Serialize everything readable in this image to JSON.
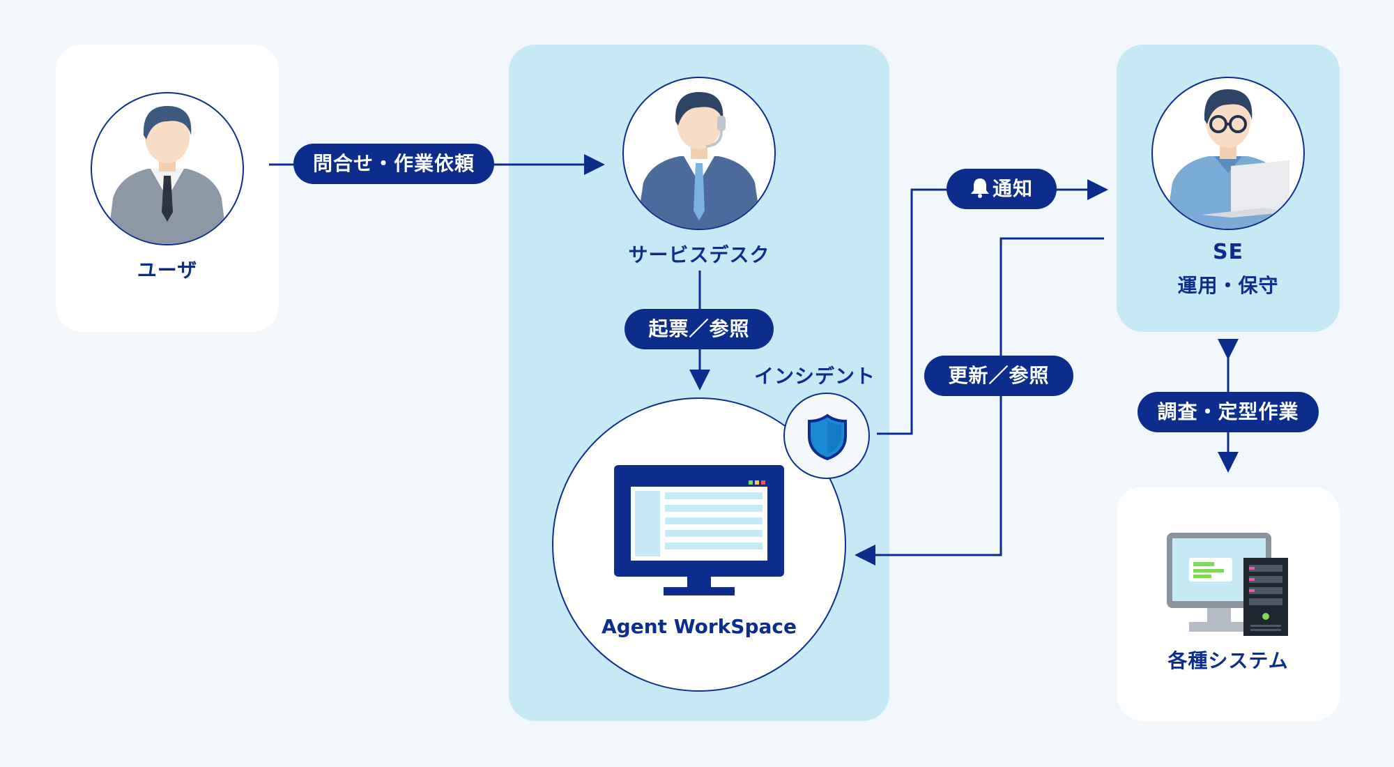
{
  "nodes": {
    "user": {
      "label": "ユーザ"
    },
    "service_desk": {
      "label": "サービスデスク"
    },
    "incident": {
      "label": "インシデント"
    },
    "agent_workspace": {
      "label": "Agent WorkSpace"
    },
    "se": {
      "label": "SE",
      "sublabel": "運用・保守"
    },
    "systems": {
      "label": "各種システム"
    }
  },
  "edges": {
    "inquiry": "問合せ・作業依頼",
    "ticket": "起票／参照",
    "notify": "通知",
    "update": "更新／参照",
    "investigate": "調査・定型作業"
  },
  "colors": {
    "navy": "#0d2d8c",
    "light_blue": "#c6e9f6",
    "background": "#f2f7fb",
    "white": "#ffffff",
    "shield": "#1a8ad4"
  },
  "icons": [
    "bell-icon",
    "shield-icon",
    "monitor-icon",
    "computer-server-icon"
  ]
}
